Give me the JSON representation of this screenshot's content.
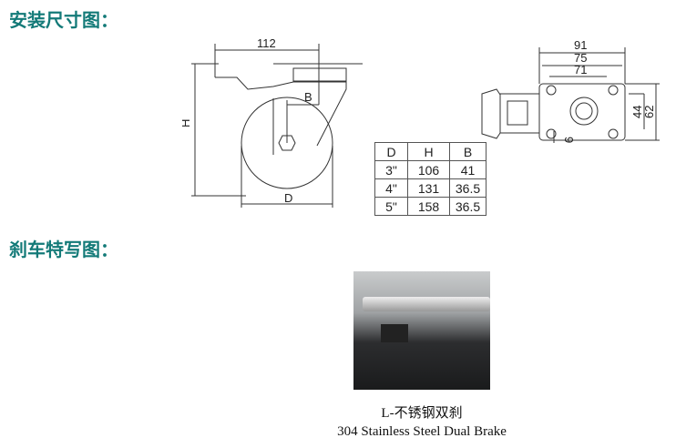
{
  "headings": {
    "install": "安装尺寸图：",
    "brake": "刹车特写图："
  },
  "side_view": {
    "width_label": "112",
    "height_label": "H",
    "offset_label": "B",
    "diameter_label": "D"
  },
  "plate_view": {
    "w1": "91",
    "w2": "75",
    "w3": "71",
    "h1": "44",
    "h2": "62",
    "hole": "9"
  },
  "table": {
    "headers": [
      "D",
      "H",
      "B"
    ],
    "rows": [
      [
        "3\"",
        "106",
        "41"
      ],
      [
        "4\"",
        "131",
        "36.5"
      ],
      [
        "5\"",
        "158",
        "36.5"
      ]
    ]
  },
  "caption": {
    "cn": "L-不锈钢双刹",
    "en": "304 Stainless Steel Dual Brake"
  }
}
